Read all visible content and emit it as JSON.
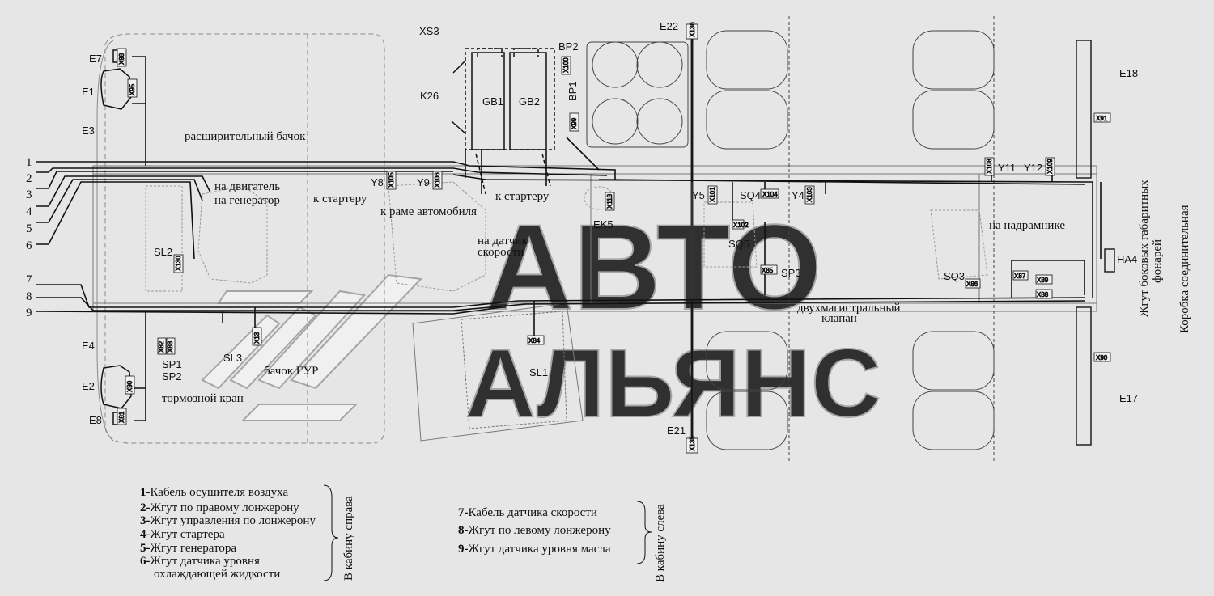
{
  "colors": {
    "background": "#e6e6e6",
    "line": "#111111",
    "outline": "#888888",
    "watermark": "#f4f4f4"
  },
  "harness_numbers": [
    "1",
    "2",
    "3",
    "4",
    "5",
    "6",
    "7",
    "8",
    "9"
  ],
  "components": {
    "E7": "E7",
    "E1": "E1",
    "E3": "E3",
    "E4": "E4",
    "E2": "E2",
    "E8": "E8",
    "SP1": "SP1",
    "SP2": "SP2",
    "SL2": "SL2",
    "SL3": "SL3",
    "SL1": "SL1",
    "XS3": "XS3",
    "K26": "K26",
    "GB1": "GB1",
    "GB2": "GB2",
    "BP2": "BP2",
    "BP1": "BP1",
    "E22": "E22",
    "E21": "E21",
    "E18": "E18",
    "E17": "E17",
    "EK5": "EK5",
    "Y8": "Y8",
    "Y9": "Y9",
    "Y5": "Y5",
    "Y4": "Y4",
    "Y11": "Y11",
    "Y12": "Y12",
    "SQ4": "SQ4",
    "SQ5": "SQ5",
    "SQ3": "SQ3",
    "SP3": "SP3",
    "HA4": "HA4"
  },
  "connectors": {
    "X98": "X98",
    "X95": "X95",
    "X82": "X82",
    "X83": "X83",
    "X90a": "X90",
    "X81": "X81",
    "X130": "X130",
    "X13": "X13",
    "X105": "X105",
    "X106": "X106",
    "X118": "X118",
    "X101": "X101",
    "X104": "X104",
    "X103": "X103",
    "X102": "X102",
    "X85": "X85",
    "X84": "X84",
    "X100": "X100",
    "X99": "X99",
    "X136": "X136",
    "X135": "X135",
    "X108": "X108",
    "X109": "X109",
    "X91": "X91",
    "X90b": "X90",
    "X89": "X89",
    "X88": "X88",
    "X87": "X87",
    "X86": "X86"
  },
  "annotations": {
    "expansion_tank": "расширительный бачок",
    "to_engine": "на двигатель",
    "to_generator": "на генератор",
    "to_starter_1": "к стартеру",
    "to_starter_2": "к стартеру",
    "to_frame": "к раме автомобиля",
    "speed_sensor_1": "на датчик",
    "speed_sensor_2": "скорости",
    "gur_tank": "бачок ГУР",
    "brake_valve": "тормозной кран",
    "on_subframe": "на надрамнике",
    "two_line_valve_1": "двухмагистральный",
    "two_line_valve_2": "клапан",
    "side_lights_1": "Жгут боковых габаритных",
    "side_lights_2": "фонарей",
    "junction_box": "Коробка соединительная"
  },
  "legend_right": {
    "items": [
      {
        "num": "1-",
        "text": "Кабель осушителя воздуха"
      },
      {
        "num": "2-",
        "text": "Жгут по правому лонжерону"
      },
      {
        "num": "3-",
        "text": "Жгут управления по лонжерону"
      },
      {
        "num": "4-",
        "text": "Жгут стартера"
      },
      {
        "num": "5-",
        "text": "Жгут генератора"
      },
      {
        "num": "6-",
        "text": "Жгут датчика уровня"
      },
      {
        "num": "",
        "text": "охлаждающей жидкости"
      }
    ],
    "caption": "В кабину справа"
  },
  "legend_left": {
    "items": [
      {
        "num": "7-",
        "text": "Кабель датчика скорости"
      },
      {
        "num": "8-",
        "text": "Жгут по левому лонжерону"
      },
      {
        "num": "9-",
        "text": "Жгут датчика уровня масла"
      }
    ],
    "caption": "В кабину слева"
  },
  "watermark": {
    "line1": "АВТО",
    "line2": "АЛЬЯНС"
  }
}
